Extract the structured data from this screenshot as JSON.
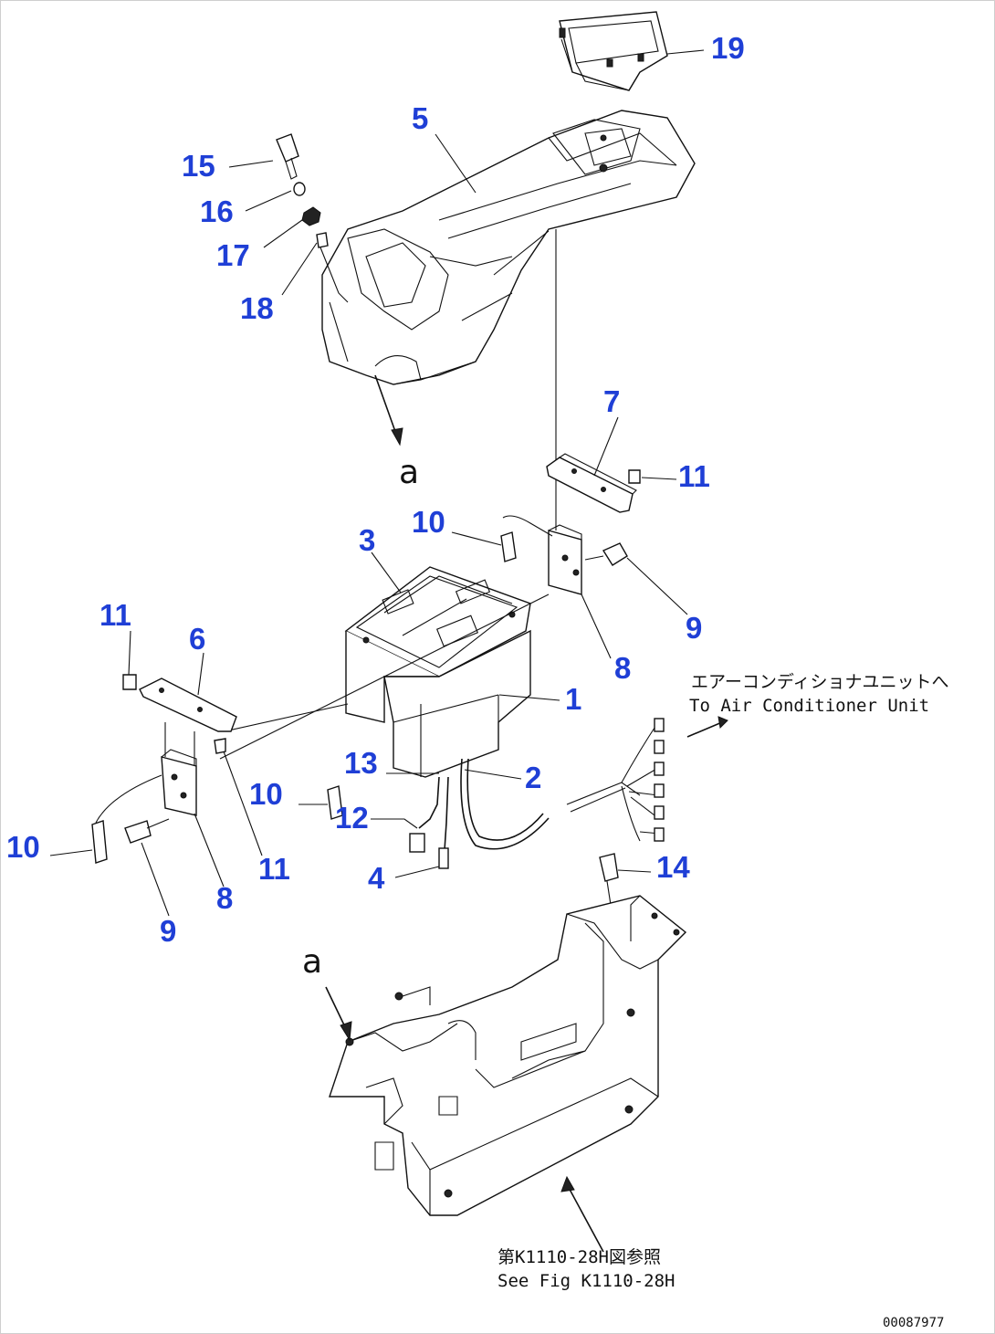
{
  "drawing_id": "00087977",
  "section_marker": "a",
  "notes": {
    "aircon_jp": "エアーコンディショナユニットへ",
    "aircon_en": "To Air Conditioner Unit",
    "see_fig_jp": "第K1110-28H図参照",
    "see_fig_en": "See Fig K1110-28H"
  },
  "callouts": [
    {
      "id": "c19",
      "label": "19"
    },
    {
      "id": "c5",
      "label": "5"
    },
    {
      "id": "c15",
      "label": "15"
    },
    {
      "id": "c16",
      "label": "16"
    },
    {
      "id": "c17",
      "label": "17"
    },
    {
      "id": "c18",
      "label": "18"
    },
    {
      "id": "c7",
      "label": "7"
    },
    {
      "id": "c11a",
      "label": "11"
    },
    {
      "id": "c10a",
      "label": "10"
    },
    {
      "id": "c3",
      "label": "3"
    },
    {
      "id": "c9a",
      "label": "9"
    },
    {
      "id": "c11b",
      "label": "11"
    },
    {
      "id": "c6",
      "label": "6"
    },
    {
      "id": "c8a",
      "label": "8"
    },
    {
      "id": "c1",
      "label": "1"
    },
    {
      "id": "c13",
      "label": "13"
    },
    {
      "id": "c2",
      "label": "2"
    },
    {
      "id": "c10b",
      "label": "10"
    },
    {
      "id": "c12",
      "label": "12"
    },
    {
      "id": "c10c",
      "label": "10"
    },
    {
      "id": "c11c",
      "label": "11"
    },
    {
      "id": "c4",
      "label": "4"
    },
    {
      "id": "c8b",
      "label": "8"
    },
    {
      "id": "c9b",
      "label": "9"
    },
    {
      "id": "c14",
      "label": "14"
    }
  ]
}
